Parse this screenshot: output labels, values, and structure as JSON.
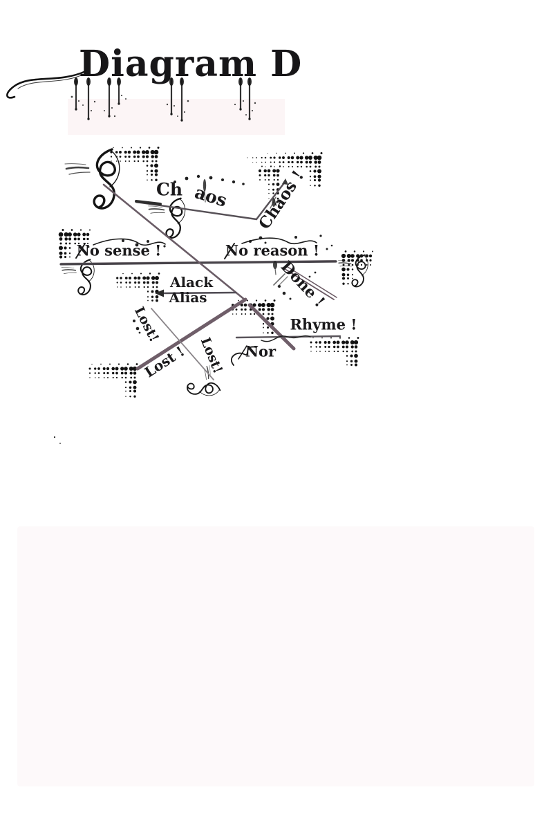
{
  "title": "Diagram D",
  "labels": {
    "ch": {
      "text": "Ch"
    },
    "aos": {
      "text": "aos"
    },
    "chaos": {
      "text": "Chaos !"
    },
    "no_sense": {
      "text": "No sense !"
    },
    "no_reason": {
      "text": "No reason !"
    },
    "alack": {
      "text": "Alack"
    },
    "alias": {
      "text": "Alias"
    },
    "done": {
      "text": "Done !"
    },
    "lost_a": {
      "text": "Lost!"
    },
    "lost_b": {
      "text": "Lost !"
    },
    "lost_c": {
      "text": "Lost!"
    },
    "rhyme": {
      "text": "Rhyme !"
    },
    "nor": {
      "text": "Nor"
    }
  },
  "icons": {
    "halftone": "halftone-corner-icon",
    "flourish": "flourish-swirl-icon",
    "arrowhead": "arrowhead-icon",
    "ink_drip": "ink-drip-icon"
  },
  "colors": {
    "ink": "#161616",
    "spine_gray": "#474349",
    "branch_purple": "#6f5e69",
    "branch_light": "#8a8589",
    "paper_tint": "#fdf9fa"
  }
}
